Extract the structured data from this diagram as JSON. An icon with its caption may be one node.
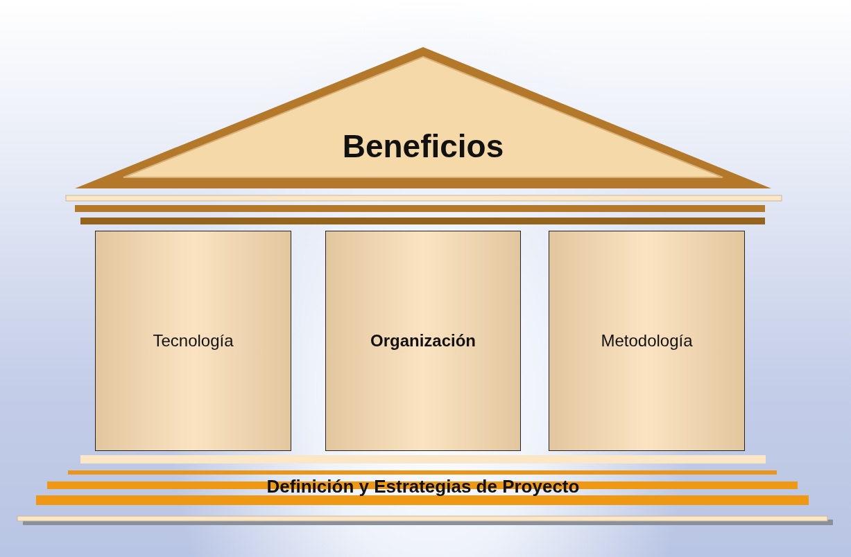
{
  "diagram": {
    "nodes": [
      {
        "text": [
          "Beneficios"
        ]
      },
      {
        "text": [
          "Tecnología"
        ]
      },
      {
        "text": [
          "Organización"
        ]
      },
      {
        "text": [
          "Metodología"
        ]
      },
      {
        "text": [
          "Definición y Estrategias de Proyecto"
        ]
      }
    ],
    "edges": []
  }
}
